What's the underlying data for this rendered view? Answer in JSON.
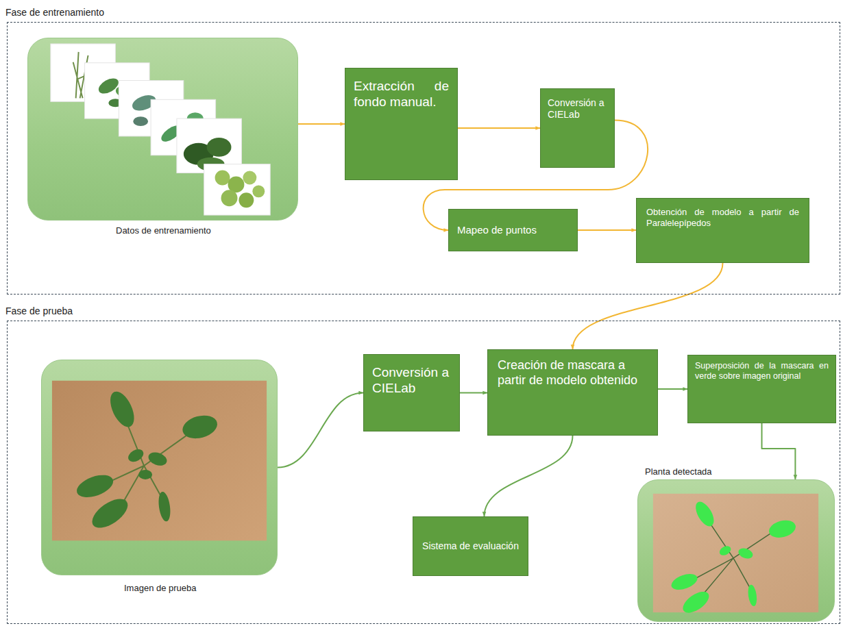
{
  "diagram": {
    "nodes": [
      {
        "text": [
          "Fase de entrenamiento"
        ]
      },
      {
        "text": [
          "Datos de entrenamiento"
        ],
        "in": 0
      },
      {
        "text": [
          "Extracción de fondo manual."
        ],
        "in": 0
      },
      {
        "text": [
          "Conversión a CIELab"
        ],
        "in": 0
      },
      {
        "text": [
          "Mapeo de puntos"
        ],
        "in": 0
      },
      {
        "text": [
          "Obtención de modelo a partir de Paralelepípedos"
        ],
        "in": 0
      },
      {
        "text": [
          "Fase de prueba"
        ]
      },
      {
        "text": [
          "Imagen de prueba"
        ],
        "in": 6
      },
      {
        "text": [
          "Conversión a CIELab"
        ],
        "in": 6
      },
      {
        "text": [
          "Creación de mascara a partir de modelo obtenido"
        ],
        "in": 6
      },
      {
        "text": [
          "Superposición de la mascara en verde sobre imagen original"
        ],
        "in": 6
      },
      {
        "text": [
          "Sistema de evaluación"
        ],
        "in": 6
      },
      {
        "text": [
          "Planta detectada"
        ],
        "in": 6
      }
    ],
    "edges": [
      {
        "from": 1,
        "to": 2,
        "arrow": "to"
      },
      {
        "from": 2,
        "to": 3,
        "arrow": "to"
      },
      {
        "from": 3,
        "to": 4,
        "arrow": "to"
      },
      {
        "from": 4,
        "to": 5,
        "arrow": "to"
      },
      {
        "from": 5,
        "to": 9,
        "arrow": "to"
      },
      {
        "from": 7,
        "to": 8,
        "arrow": "to"
      },
      {
        "from": 8,
        "to": 9,
        "arrow": "to"
      },
      {
        "from": 9,
        "to": 10,
        "arrow": "to"
      },
      {
        "from": 9,
        "to": 11,
        "arrow": "to"
      },
      {
        "from": 10,
        "to": 12,
        "arrow": "to"
      }
    ]
  }
}
